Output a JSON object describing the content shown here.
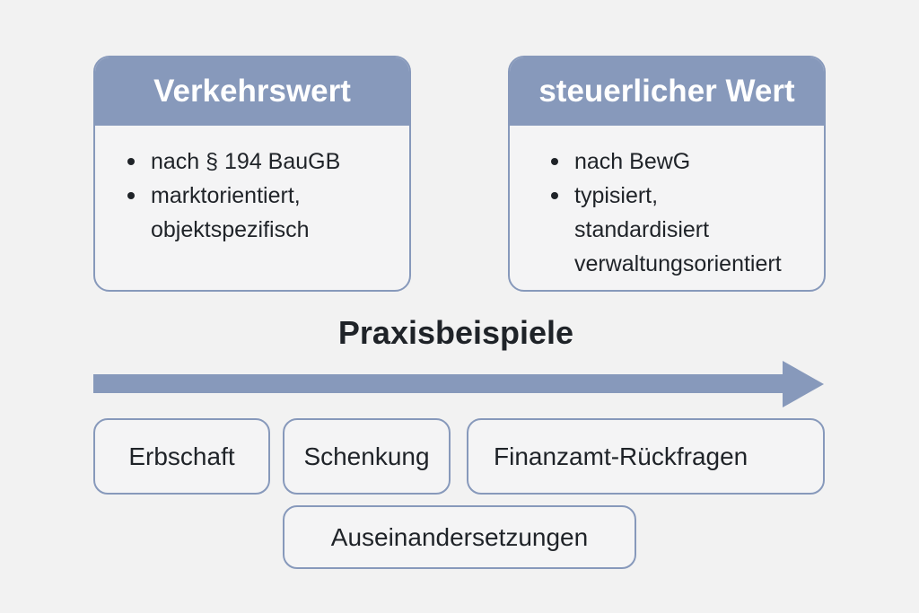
{
  "cards": [
    {
      "title": "Verkehrswert",
      "items": [
        "nach § 194 BauGB",
        "marktorientiert,",
        "objektspezifisch"
      ],
      "bullets": [
        true,
        true,
        false
      ]
    },
    {
      "title": "steuerlicher Wert",
      "items": [
        "nach BewG",
        "typisiert,",
        "standardisiert",
        "verwaltungsorientiert"
      ],
      "bullets": [
        true,
        true,
        false,
        false
      ]
    }
  ],
  "section": {
    "title": "Praxisbeispiele",
    "arrow_icon": "arrow-right-icon"
  },
  "examples": [
    "Erbschaft",
    "Schenkung",
    "Finanzamt-Rückfragen",
    "Auseinandersetzungen"
  ],
  "colors": {
    "accent": "#8799bb",
    "background": "#f2f2f2",
    "card_fill": "#f4f4f5",
    "text": "#1f2328"
  }
}
